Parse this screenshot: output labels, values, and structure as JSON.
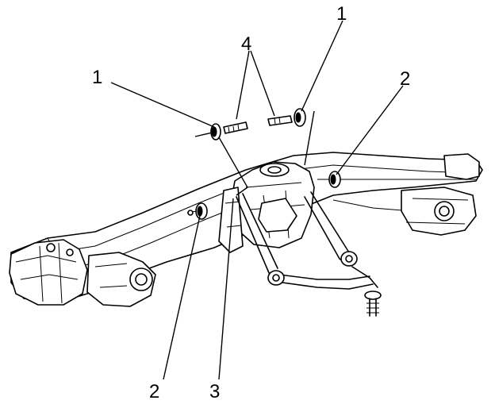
{
  "callouts": {
    "c1_left": "1",
    "c1_top": "1",
    "c2_right": "2",
    "c2_bottom": "2",
    "c3": "3",
    "c4": "4"
  },
  "colors": {
    "ink": "#000000",
    "paper": "#ffffff"
  }
}
